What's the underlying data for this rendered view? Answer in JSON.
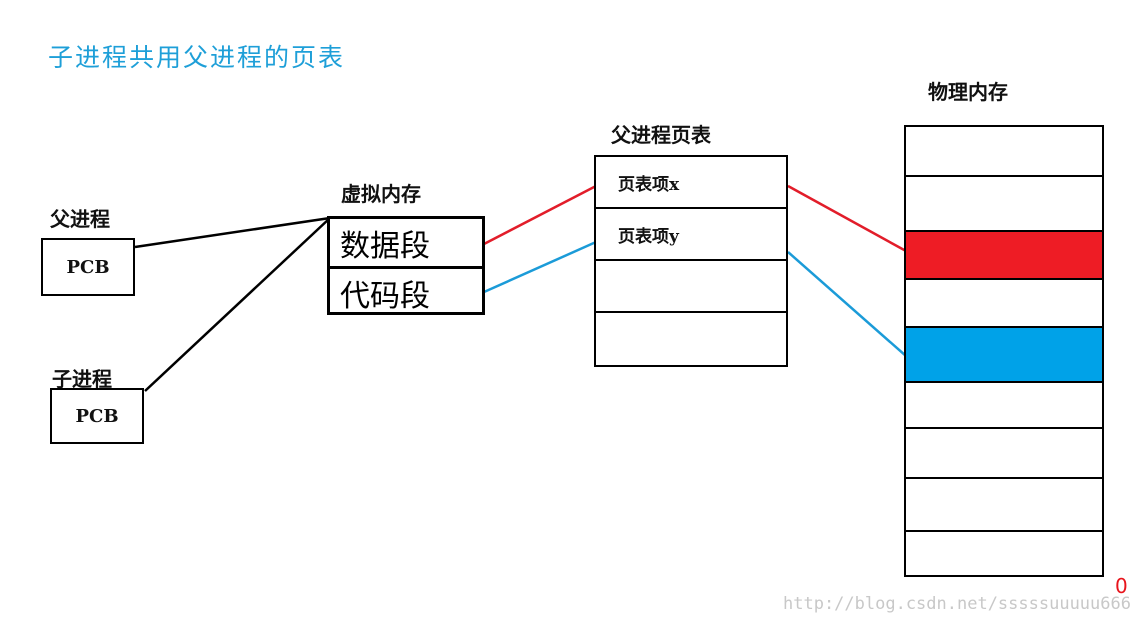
{
  "title": "子进程共用父进程的页表",
  "parent_process": {
    "label": "父进程",
    "pcb": "PCB"
  },
  "child_process": {
    "label": "子进程",
    "pcb": "PCB"
  },
  "virtual_memory": {
    "label": "虚拟内存",
    "segments": [
      "数据段",
      "代码段"
    ]
  },
  "parent_page_table": {
    "label": "父进程页表",
    "rows": [
      "页表项x",
      "页表项y",
      "",
      ""
    ]
  },
  "physical_memory": {
    "label": "物理内存",
    "cells": [
      {
        "fill": "#ffffff"
      },
      {
        "fill": "#ffffff"
      },
      {
        "fill": "#ee1c25"
      },
      {
        "fill": "#ffffff"
      },
      {
        "fill": "#00a2e8"
      },
      {
        "fill": "#ffffff"
      },
      {
        "fill": "#ffffff"
      },
      {
        "fill": "#ffffff"
      },
      {
        "fill": "#ffffff"
      }
    ],
    "bottom_address": "0"
  },
  "colors": {
    "title": "#1e9fd8",
    "data_link": "#e21d2a",
    "code_link": "#1b9bd8",
    "pcb_link": "#000000"
  },
  "watermark": "http://blog.csdn.net/sssssuuuuu666"
}
